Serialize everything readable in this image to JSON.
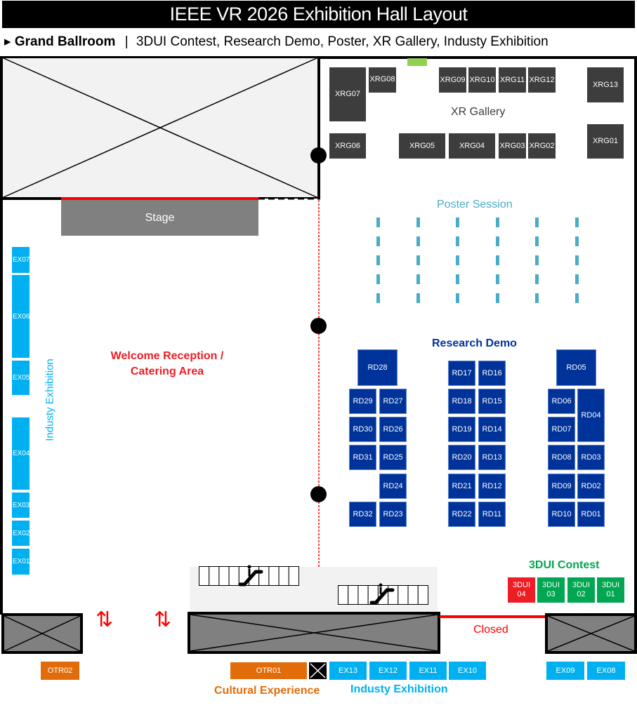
{
  "header": {
    "title": "IEEE VR 2026  Exhibition Hall Layout",
    "subtitle_marker": "▸",
    "subtitle_venue": "Grand Ballroom",
    "subtitle_separator": "|",
    "subtitle_events": "3DUI Contest,  Research Demo, Poster, XR Gallery, Industy Exhibition"
  },
  "areas": {
    "stage": "Stage",
    "xr_gallery": "XR Gallery",
    "poster_session": "Poster Session",
    "research_demo": "Research Demo",
    "welcome_line1": "Welcome Reception /",
    "welcome_line2": "Catering Area",
    "industry_side": "Industy Exhibition",
    "industry_bottom": "Industy Exhibition",
    "cultural": "Cultural Experience",
    "contest": "3DUI Contest",
    "closed": "Closed"
  },
  "xrg_booths": [
    "XRG01",
    "XRG02",
    "XRG03",
    "XRG04",
    "XRG05",
    "XRG06",
    "XRG07",
    "XRG08",
    "XRG09",
    "XRG10",
    "XRG11",
    "XRG12",
    "XRG13"
  ],
  "rd_booths": [
    "RD01",
    "RD02",
    "RD03",
    "RD04",
    "RD05",
    "RD06",
    "RD07",
    "RD08",
    "RD09",
    "RD10",
    "RD11",
    "RD12",
    "RD13",
    "RD14",
    "RD15",
    "RD16",
    "RD17",
    "RD18",
    "RD19",
    "RD20",
    "RD21",
    "RD22",
    "RD23",
    "RD24",
    "RD25",
    "RD26",
    "RD27",
    "RD28",
    "RD29",
    "RD30",
    "RD31",
    "RD32"
  ],
  "ex_booths": [
    "EX01",
    "EX02",
    "EX03",
    "EX04",
    "EX05",
    "EX06",
    "EX07",
    "EX08",
    "EX09",
    "EX10",
    "EX11",
    "EX12",
    "EX13"
  ],
  "otr_booths": [
    "OTR01",
    "OTR02"
  ],
  "contest_booths": [
    {
      "line1": "3DUI",
      "line2": "04",
      "status": "unavailable"
    },
    {
      "line1": "3DUI",
      "line2": "03",
      "status": "available"
    },
    {
      "line1": "3DUI",
      "line2": "02",
      "status": "available"
    },
    {
      "line1": "3DUI",
      "line2": "01",
      "status": "available"
    }
  ],
  "arrows": [
    "⇅",
    "⇅"
  ],
  "colors": {
    "xr_gallery": "#3d3d3d",
    "research_demo": "#003399",
    "industry": "#00b0f0",
    "poster": "#4bacc6",
    "cultural": "#e36c0a",
    "contest_available": "#00a651",
    "contest_unavailable": "#ee1c24",
    "warning": "#ee1c24"
  }
}
